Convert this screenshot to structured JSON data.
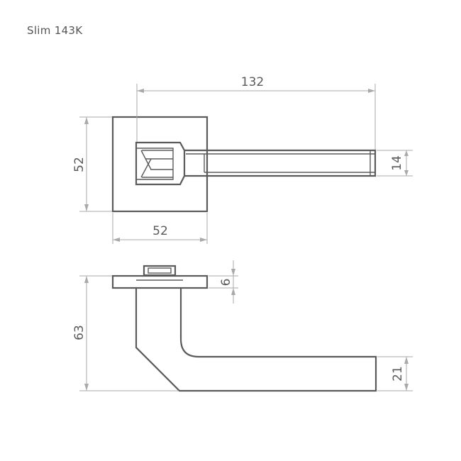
{
  "title": "Slim 143K",
  "colors": {
    "outline": "#5a5a5a",
    "dimension": "#a9a9a9",
    "background": "#ffffff"
  },
  "dimensions": {
    "handle_length": "132",
    "rose_height": "52",
    "rose_width": "52",
    "lever_width": "14",
    "rose_thickness": "6",
    "total_depth": "63",
    "lever_thickness": "21"
  }
}
